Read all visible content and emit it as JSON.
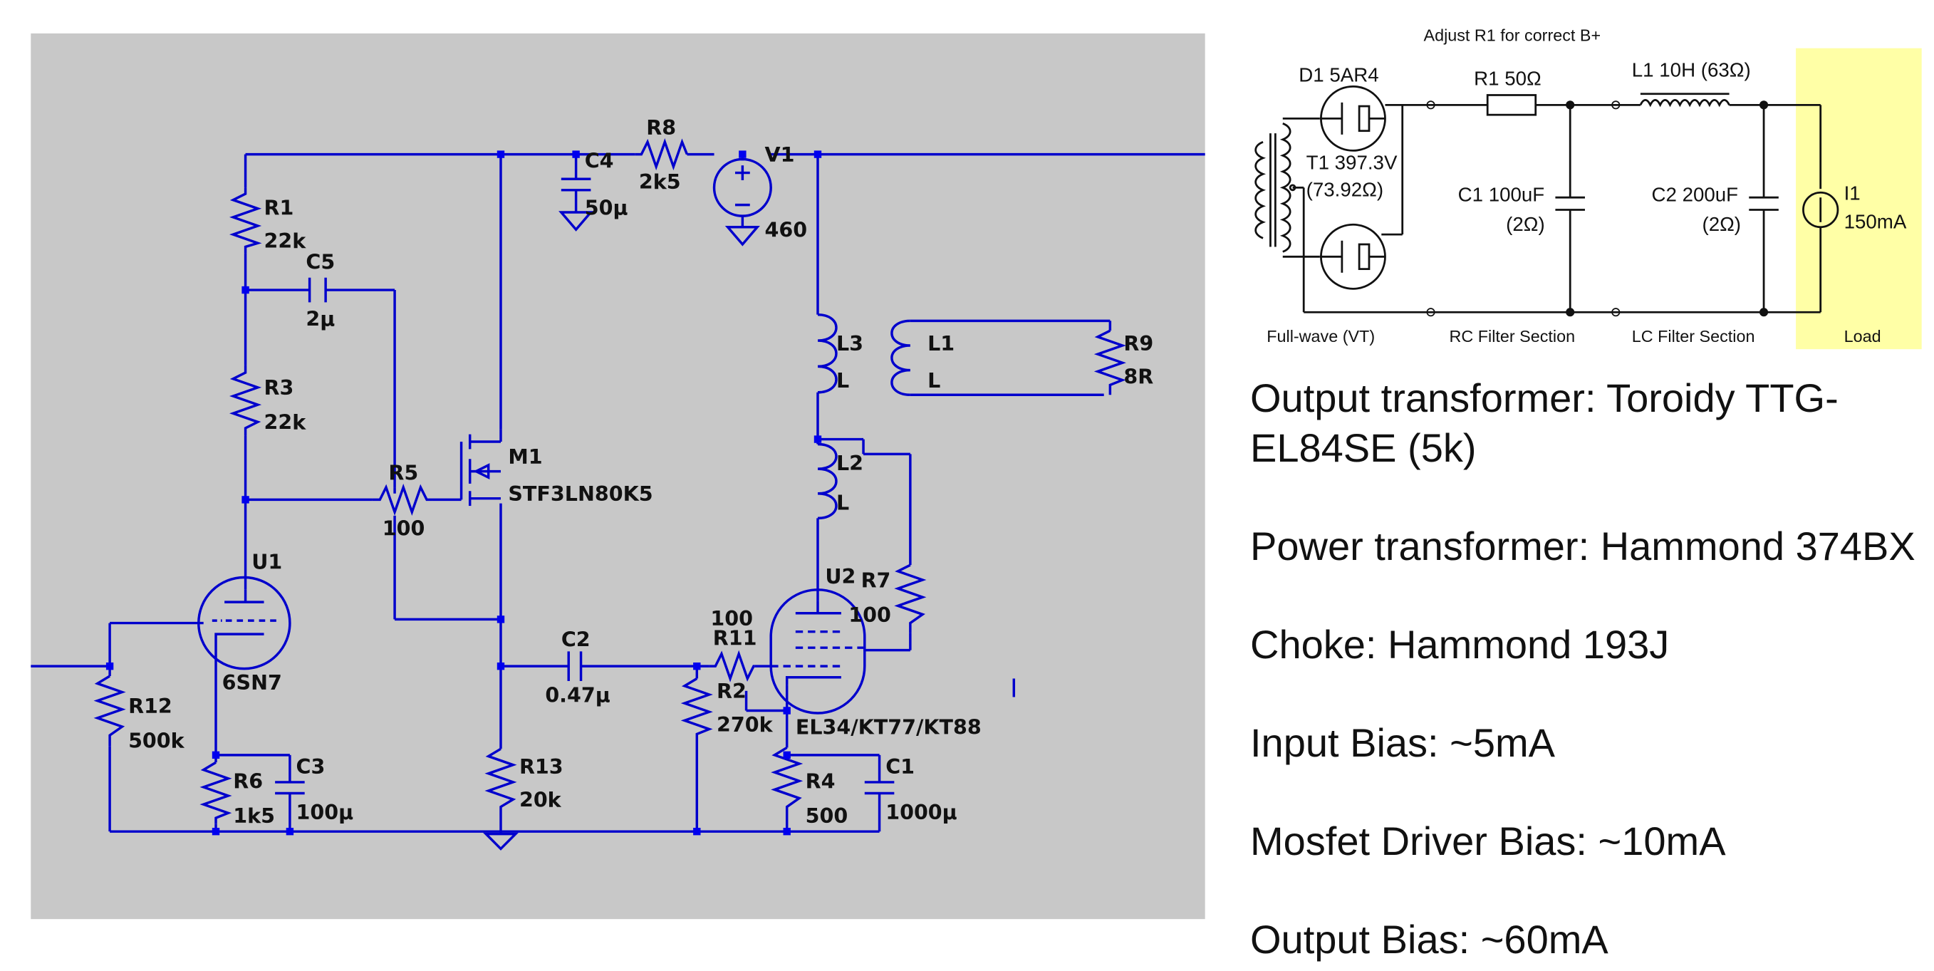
{
  "schematic": {
    "components": {
      "R1": {
        "ref": "R1",
        "value": "22k"
      },
      "R3": {
        "ref": "R3",
        "value": "22k"
      },
      "C5": {
        "ref": "C5",
        "value": "2µ"
      },
      "R5": {
        "ref": "R5",
        "value": "100"
      },
      "M1": {
        "ref": "M1",
        "value": "STF3LN80K5"
      },
      "C4": {
        "ref": "C4",
        "value": "50µ"
      },
      "R8": {
        "ref": "R8",
        "value": "2k5"
      },
      "V1": {
        "ref": "V1",
        "value": "460"
      },
      "L3": {
        "ref": "L3",
        "value": "L"
      },
      "L1": {
        "ref": "L1",
        "value": "L"
      },
      "R9": {
        "ref": "R9",
        "value": "8R"
      },
      "L2": {
        "ref": "L2",
        "value": "L"
      },
      "U1": {
        "ref": "U1",
        "value": "6SN7"
      },
      "U2": {
        "ref": "U2",
        "value": "EL34/KT77/KT88"
      },
      "R7": {
        "ref": "R7",
        "value": "100"
      },
      "R11": {
        "ref": "R11",
        "value": "100"
      },
      "R2": {
        "ref": "R2",
        "value": "270k"
      },
      "C2": {
        "ref": "C2",
        "value": "0.47µ"
      },
      "R12": {
        "ref": "R12",
        "value": "500k"
      },
      "R6": {
        "ref": "R6",
        "value": "1k5"
      },
      "C3": {
        "ref": "C3",
        "value": "100µ"
      },
      "R13": {
        "ref": "R13",
        "value": "20k"
      },
      "R4": {
        "ref": "R4",
        "value": "500"
      },
      "C1": {
        "ref": "C1",
        "value": "1000µ"
      }
    }
  },
  "psu": {
    "title": "Adjust R1 for correct B+",
    "d1": "D1 5AR4",
    "r1": "R1 50Ω",
    "l1": "L1 10H (63Ω)",
    "t1_a": "T1 397.3V",
    "t1_b": "(73.92Ω)",
    "c1_a": "C1 100uF",
    "c1_b": "(2Ω)",
    "c2_a": "C2 200uF",
    "c2_b": "(2Ω)",
    "i1_a": "I1",
    "i1_b": "150mA",
    "sec_fullwave": "Full-wave (VT)",
    "sec_rc": "RC Filter Section",
    "sec_lc": "LC Filter Section",
    "sec_load": "Load",
    "colors": {
      "load_highlight": "#ffffa6"
    }
  },
  "notes": [
    "Output transformer: Toroidy  TTG-EL84SE (5k)",
    "Power transformer: Hammond 374BX",
    "Choke: Hammond 193J",
    "Input Bias: ~5mA",
    "Mosfet Driver Bias: ~10mA",
    "Output Bias: ~60mA"
  ],
  "colors": {
    "schematic_bg": "#c8c8c8",
    "wire": "#0000cc",
    "node": "#0000ee"
  }
}
